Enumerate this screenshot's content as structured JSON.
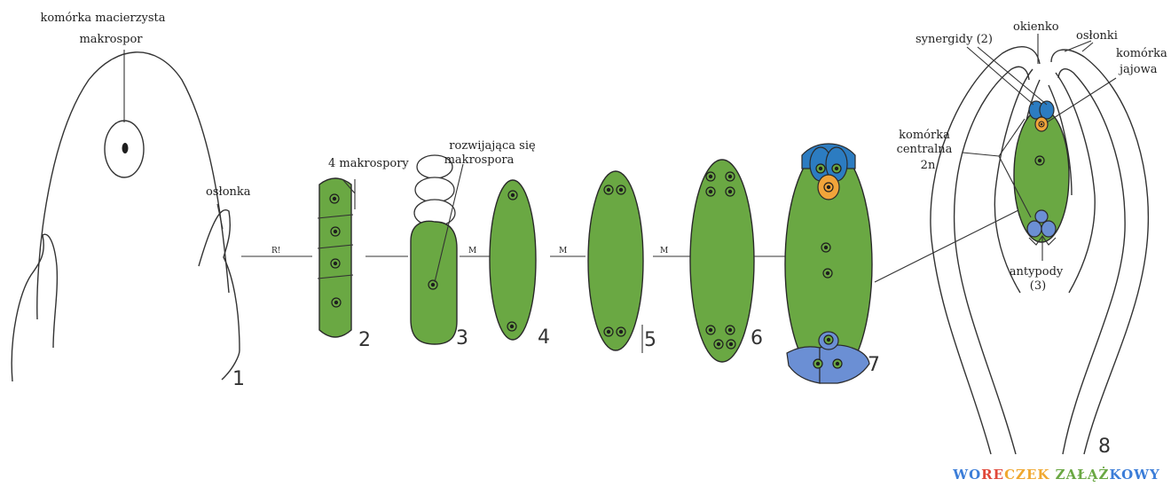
{
  "labels": {
    "mother_cell_line1": "komórka macierzysta",
    "mother_cell_line2": "makrospor",
    "integument": "osłonka",
    "four_megaspores": "4 makrospory",
    "developing_line1": "rozwijająca się",
    "developing_line2": "makrospora",
    "synergids": "synergidy (2)",
    "micropyle": "okienko",
    "integuments": "osłonki",
    "egg_line1": "komórka",
    "egg_line2": "jajowa",
    "central_line1": "komórka",
    "central_line2": "centralna",
    "central_line3": "2n",
    "antipodals_line1": "antypody",
    "antipodals_line2": "(3)"
  },
  "process_labels": {
    "r1": "R!",
    "m1": "M",
    "m2": "M",
    "m3": "M"
  },
  "stages": [
    "1",
    "2",
    "3",
    "4",
    "5",
    "6",
    "7",
    "8"
  ],
  "title": {
    "segments": [
      {
        "text": "WO",
        "color": "#3b7dd8"
      },
      {
        "text": "RE",
        "color": "#e0483a"
      },
      {
        "text": "CZEK ",
        "color": "#f0a830"
      },
      {
        "text": "ZAŁĄŻ",
        "color": "#6aa843"
      },
      {
        "text": "KOWY",
        "color": "#3b7dd8"
      }
    ]
  },
  "colors": {
    "sac_green": "#6aa843",
    "synergid_blue": "#2c7cc1",
    "antipodal_blue": "#6b8fd4",
    "egg_orange": "#f1a43a"
  }
}
